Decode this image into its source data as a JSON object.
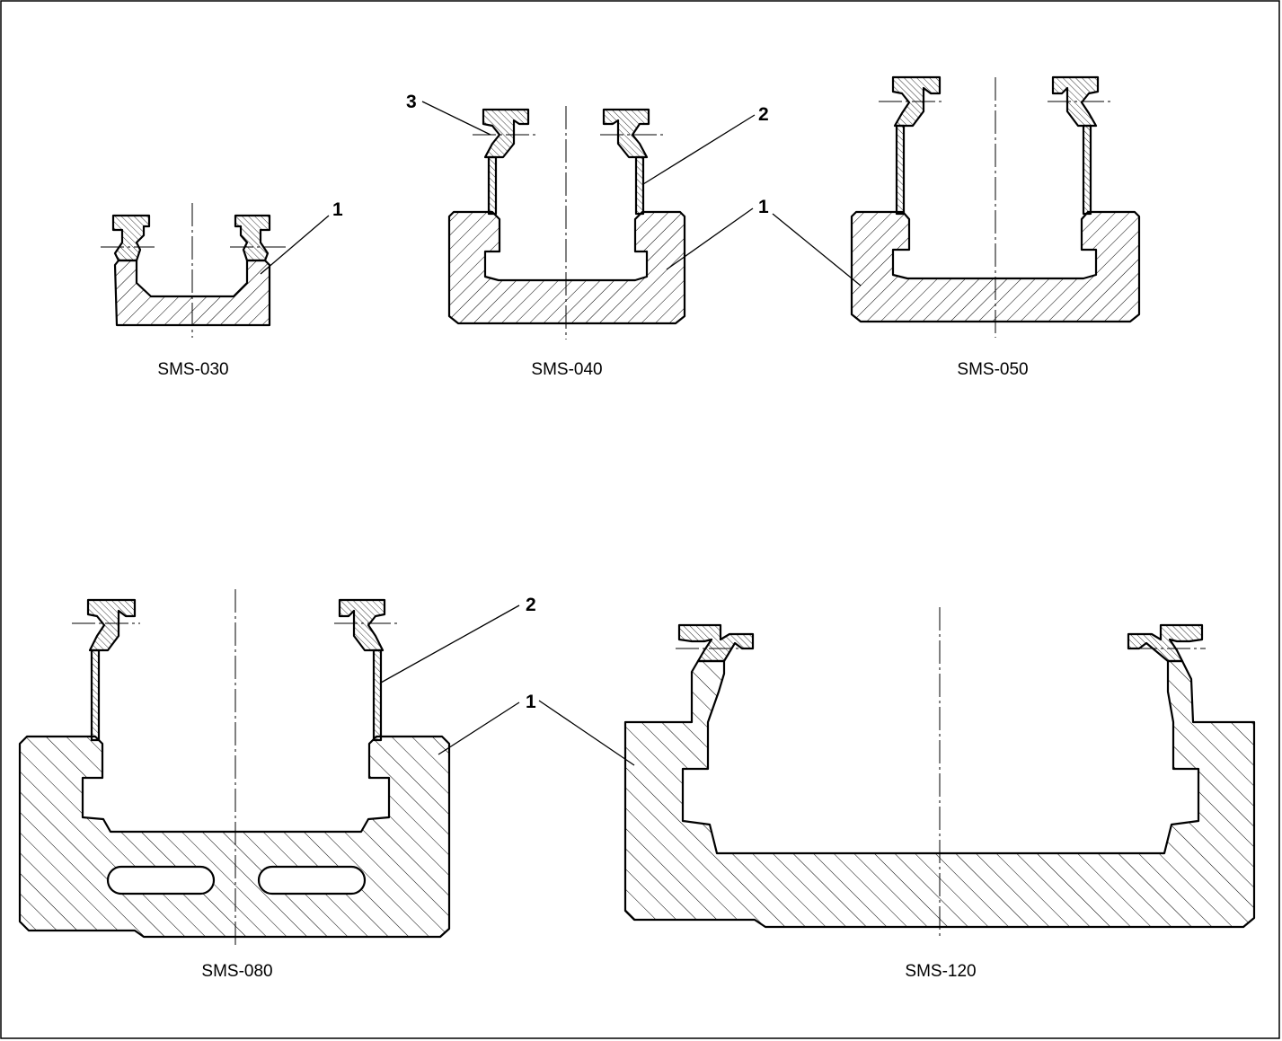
{
  "figure": {
    "frame_color": "#000000",
    "background": "#ffffff",
    "profiles": [
      {
        "id": "sms-030",
        "caption": "SMS-030",
        "callouts": [
          "1"
        ]
      },
      {
        "id": "sms-040",
        "caption": "SMS-040",
        "callouts": [
          "1",
          "2",
          "3"
        ]
      },
      {
        "id": "sms-050",
        "caption": "SMS-050",
        "callouts": []
      },
      {
        "id": "sms-080",
        "caption": "SMS-080",
        "callouts": [
          "1",
          "2"
        ]
      },
      {
        "id": "sms-120",
        "caption": "SMS-120",
        "callouts": []
      }
    ]
  }
}
